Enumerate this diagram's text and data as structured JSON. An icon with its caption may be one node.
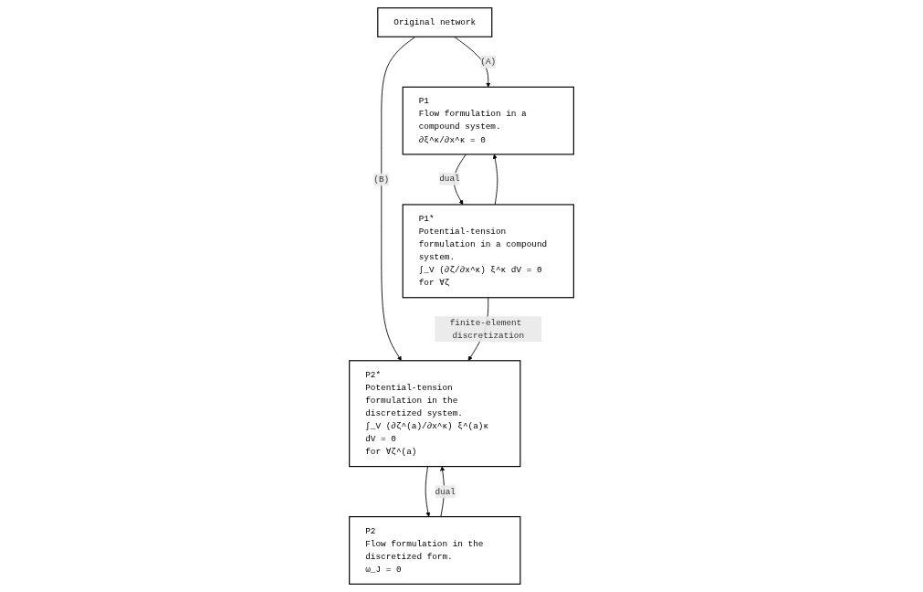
{
  "diagram": {
    "nodes": [
      {
        "text": [
          "P1",
          "Flow formulation in a compound system.",
          "∂ξ^κ/∂x^κ = 0"
        ]
      },
      {
        "text": [
          "P2",
          "Flow formulation in the discretized form.",
          "ω_J = 0"
        ]
      },
      {
        "text": [
          "Original network"
        ]
      },
      {
        "text": [
          "P1*",
          "Potential-tension formulation in a compound system.",
          "∫_V (∂ζ/∂x^κ) ξ^κ dV = 0 for ∀ζ"
        ]
      },
      {
        "text": [
          "P2*",
          "Potential-tension formulation in the discretized system.",
          "∫_V (∂ζ^(a)/∂x^κ) ξ^(a)κ dV = 0",
          "for ∀ζ^(a)"
        ]
      }
    ],
    "edges": [
      {
        "from": 0,
        "to": 3,
        "arrow": "to",
        "label": "dual"
      },
      {
        "from": 3,
        "to": 0,
        "arrow": "to"
      },
      {
        "from": 2,
        "to": 0,
        "arrow": "to",
        "label": "(A)"
      },
      {
        "from": 2,
        "to": 4,
        "arrow": "to",
        "label": "(B)"
      },
      {
        "from": 1,
        "to": 4,
        "arrow": "to",
        "label": "dual"
      },
      {
        "from": 4,
        "to": 1,
        "arrow": "to"
      },
      {
        "from": 3,
        "to": 4,
        "arrow": "to",
        "label": "finite-element discretization"
      }
    ]
  }
}
